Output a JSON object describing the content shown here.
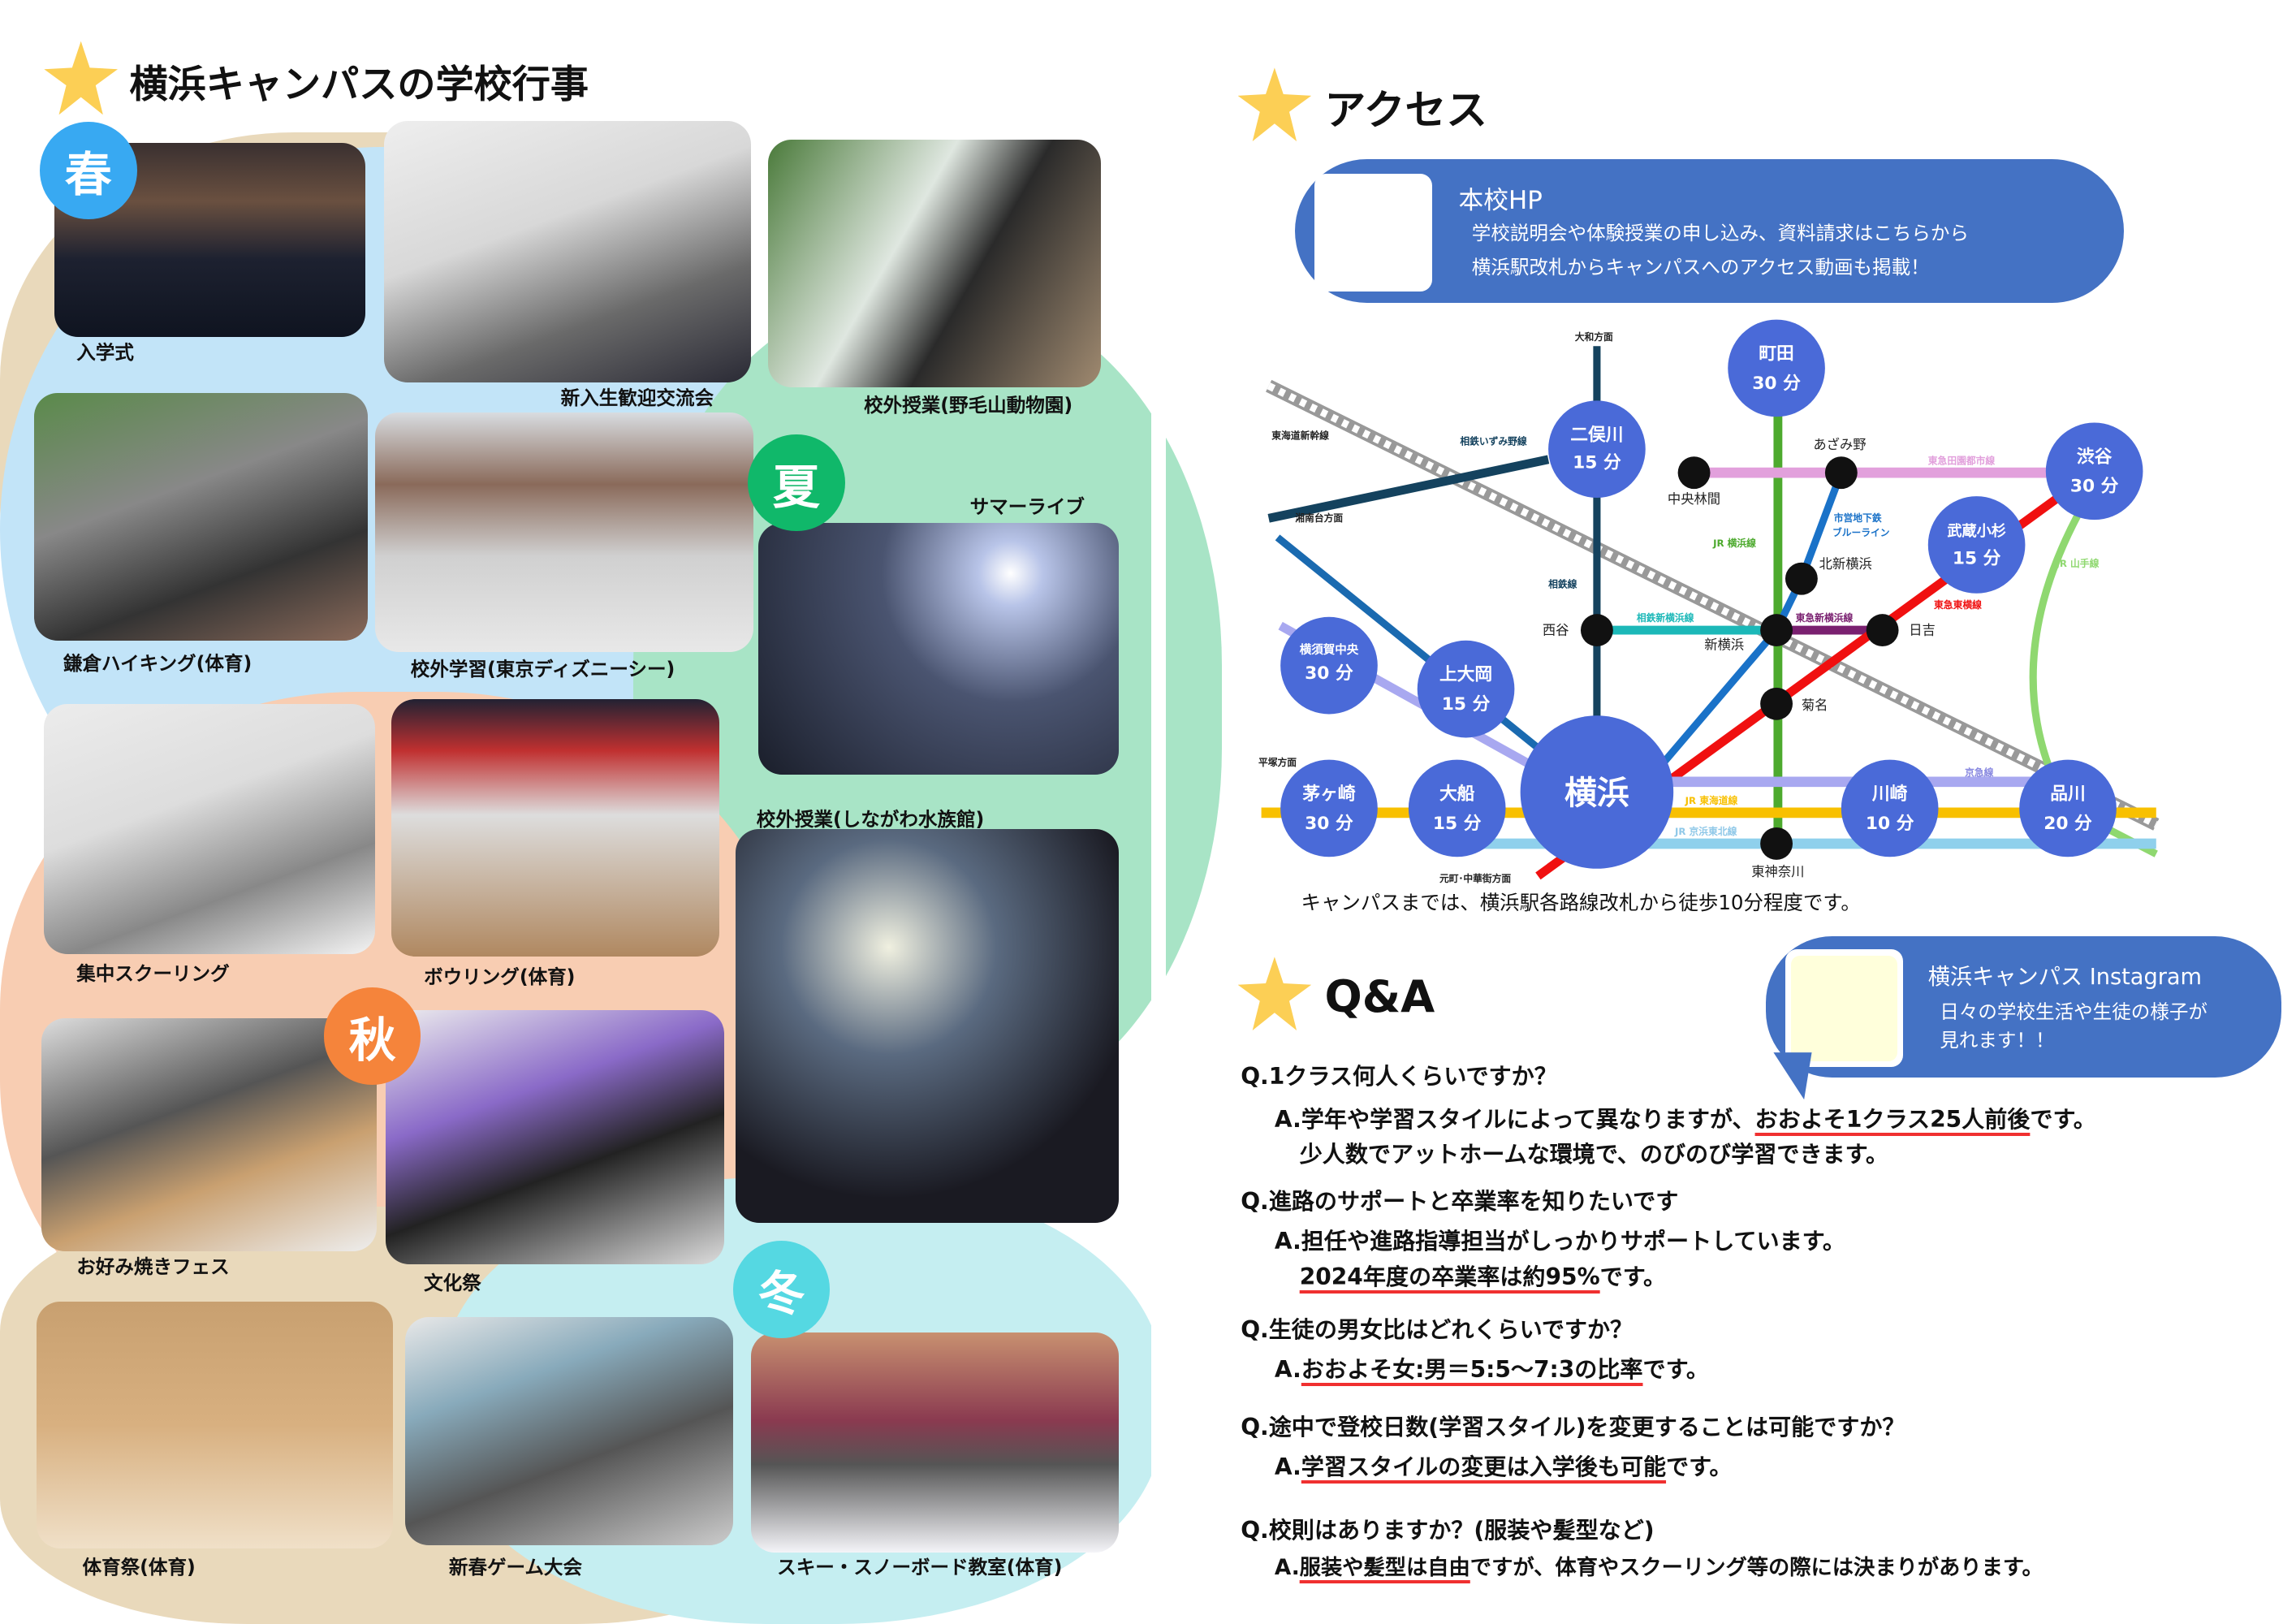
{
  "left": {
    "title": "横浜キャンパスの学校行事",
    "seasons": {
      "spring": "春",
      "summer": "夏",
      "autumn": "秋",
      "winter": "冬"
    },
    "events": [
      {
        "caption": "入学式"
      },
      {
        "caption": "新入生歓迎交流会"
      },
      {
        "caption": "校外授業(野毛山動物園)"
      },
      {
        "caption": "鎌倉ハイキング(体育)"
      },
      {
        "caption": "校外学習(東京ディズニーシー)"
      },
      {
        "caption": "サマーライブ"
      },
      {
        "caption": "集中スクーリング"
      },
      {
        "caption": "ボウリング(体育)"
      },
      {
        "caption": "校外授業(しながわ水族館)"
      },
      {
        "caption": "お好み焼きフェス"
      },
      {
        "caption": "文化祭"
      },
      {
        "caption": "体育祭(体育)"
      },
      {
        "caption": "新春ゲーム大会"
      },
      {
        "caption": "スキー・スノーボード教室(体育)"
      }
    ]
  },
  "access": {
    "title": "アクセス",
    "hp": {
      "title": "本校HP",
      "line1": "学校説明会や体験授業の申し込み、資料請求はこちらから",
      "line2": "横浜駅改札からキャンパスへのアクセス動画も掲載！"
    },
    "map": {
      "stations": {
        "yokohama": "横浜",
        "futamatagawa": "二俣川",
        "futamatagawa_time": "15 分",
        "machida": "町田",
        "machida_time": "30 分",
        "shibuya": "渋谷",
        "shibuya_time": "30 分",
        "musashikosugi": "武蔵小杉",
        "musashikosugi_time": "15 分",
        "yokosukachuo": "横須賀中央",
        "yokosukachuo_time": "30 分",
        "kamiooka": "上大岡",
        "kamiooka_time": "15 分",
        "chigasaki": "茅ヶ崎",
        "chigasaki_time": "30 分",
        "ofuna": "大船",
        "ofuna_time": "15 分",
        "kawasaki": "川崎",
        "kawasaki_time": "10 分",
        "shinagawa": "品川",
        "shinagawa_time": "20 分"
      },
      "small_stations": {
        "chuorinkan": "中央林間",
        "azamino": "あざみ野",
        "kitashinyokohama": "北新横浜",
        "nishiya": "西谷",
        "shinyokohama": "新横浜",
        "hiyoshi": "日吉",
        "kikuna": "菊名",
        "higashikanagawa": "東神奈川"
      },
      "lines": {
        "tokaido_shinkansen": "東海道新幹線",
        "sotetsu_izumino": "相鉄いずみ野線",
        "sotetsu": "相鉄線",
        "sotetsu_shinyokohama": "相鉄新横浜線",
        "tokyu_denentoshi": "東急田園都市線",
        "blue_line": "市営地下鉄",
        "blue_line2": "ブルーライン",
        "jr_yokohama": "JR 横浜線",
        "tokyu_toyoko": "東急東横線",
        "tokyu_shinyokohama": "東急新横浜線",
        "jr_yamanote": "JR 山手線",
        "keikyu": "京急線",
        "jr_tokaido": "JR 東海道線",
        "jr_keihintohoku": "JR 京浜東北線"
      },
      "directions": {
        "yamato": "大和方面",
        "shonandai": "湘南台方面",
        "hiratsuka": "平塚方面",
        "motomachi": "元町･中華街方面"
      }
    },
    "note": "キャンパスまでは、横浜駅各路線改札から徒歩10分程度です。"
  },
  "qa": {
    "title": "Q&A",
    "instagram": {
      "title": "横浜キャンパス Instagram",
      "line1": "日々の学校生活や生徒の様子が",
      "line2": "見れます！！"
    },
    "items": [
      {
        "q": "Q.1クラス何人くらいですか？",
        "a1_pre": "A.学年や学習スタイルによって異なりますが、",
        "a1_ul": "おおよそ1クラス25人前後",
        "a1_post": "です。",
        "a2": "少人数でアットホームな環境で、のびのび学習できます。"
      },
      {
        "q": "Q.進路のサポートと卒業率を知りたいです",
        "a1": "A.担任や進路指導担当がしっかりサポートしています。",
        "a2_ul": "2024年度の卒業率は約95%",
        "a2_post": "です。"
      },
      {
        "q": "Q.生徒の男女比はどれくらいですか？",
        "a_pre": "A.",
        "a_ul": "おおよそ女:男＝5:5〜7:3の比率",
        "a_post": "です。"
      },
      {
        "q": "Q.途中で登校日数(学習スタイル)を変更することは可能ですか？",
        "a_pre": "A.",
        "a_ul": "学習スタイルの変更は入学後も可能",
        "a_post": "です。"
      },
      {
        "q": "Q.校則はありますか？(服装や髪型など)",
        "a_pre": "A.",
        "a_ul": "服装や髪型は自由",
        "a_post": "ですが、体育やスクーリング等の際には決まりがあります。"
      }
    ]
  }
}
